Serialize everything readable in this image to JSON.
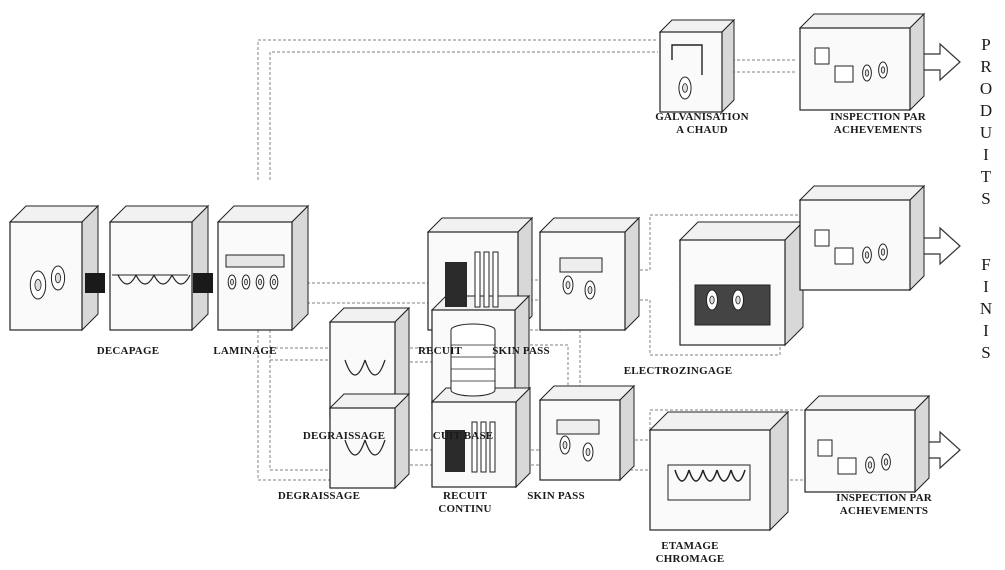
{
  "labels": {
    "decapage": "DECAPAGE",
    "laminage": "LAMINAGE",
    "recuit": "RECUIT",
    "skin_pass_top": "SKIN PASS",
    "electrozingage": "ELECTROZINGAGE",
    "galvanisation_line1": "GALVANISATION",
    "galvanisation_line2": "A CHAUD",
    "inspection_top_line1": "INSPECTION PAR",
    "inspection_top_line2": "ACHEVEMENTS",
    "degraissage_top": "DEGRAISSAGE",
    "cuit_base": "CUIT BASE",
    "degraissage_bottom": "DEGRAISSAGE",
    "recuit_continu_line1": "RECUIT",
    "recuit_continu_line2": "CONTINU",
    "skin_pass_bottom": "SKIN PASS",
    "etamage_line1": "ETAMAGE",
    "etamage_line2": "CHROMAGE",
    "inspection_bottom_line1": "INSPECTION PAR",
    "inspection_bottom_line2": "ACHEVEMENTS"
  },
  "side_text": {
    "produits": [
      "P",
      "R",
      "O",
      "D",
      "U",
      "I",
      "T",
      "S"
    ],
    "finis": [
      "F",
      "I",
      "N",
      "I",
      "S"
    ]
  }
}
